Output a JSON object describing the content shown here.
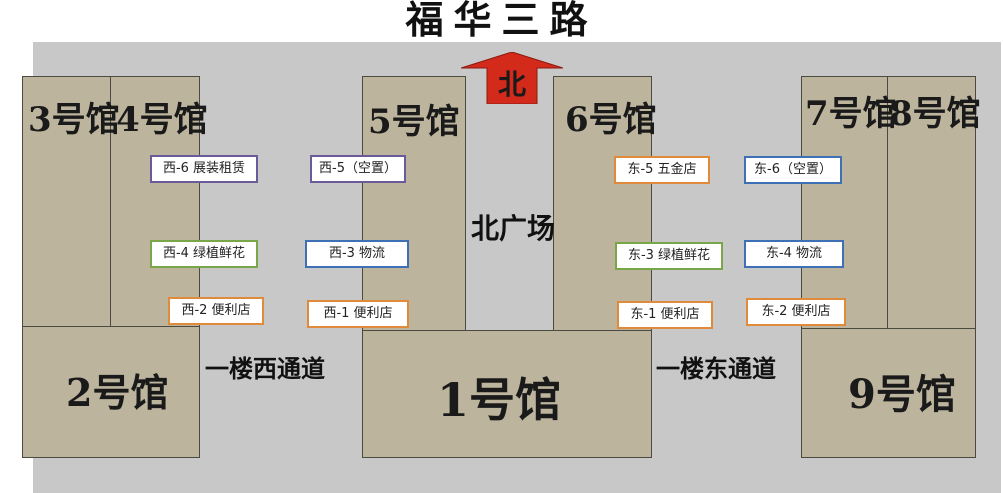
{
  "map": {
    "road_name": "福华三路",
    "north_label": "北",
    "colors": {
      "ground": "#c8c8c8",
      "hall": "#bcb49c",
      "arrow": "#d42a1c"
    },
    "halls": {
      "h1": "1号馆",
      "h2": "2号馆",
      "h3": "3号馆",
      "h4": "4号馆",
      "h5": "5号馆",
      "h6": "6号馆",
      "h7": "7号馆",
      "h8": "8号馆",
      "h9": "9号馆"
    },
    "zones": {
      "north_plaza": "北广场",
      "west_corridor": "一楼西通道",
      "east_corridor": "一楼东通道"
    },
    "shops": {
      "w6": "西-6 展装租赁",
      "w5": "西-5（空置）",
      "w4": "西-4 绿植鲜花",
      "w3": "西-3 物流",
      "w2": "西-2 便利店",
      "w1": "西-1 便利店",
      "e5": "东-5 五金店",
      "e6": "东-6（空置）",
      "e3": "东-3 绿植鲜花",
      "e4": "东-4 物流",
      "e1": "东-1 便利店",
      "e2": "东-2 便利店"
    }
  }
}
